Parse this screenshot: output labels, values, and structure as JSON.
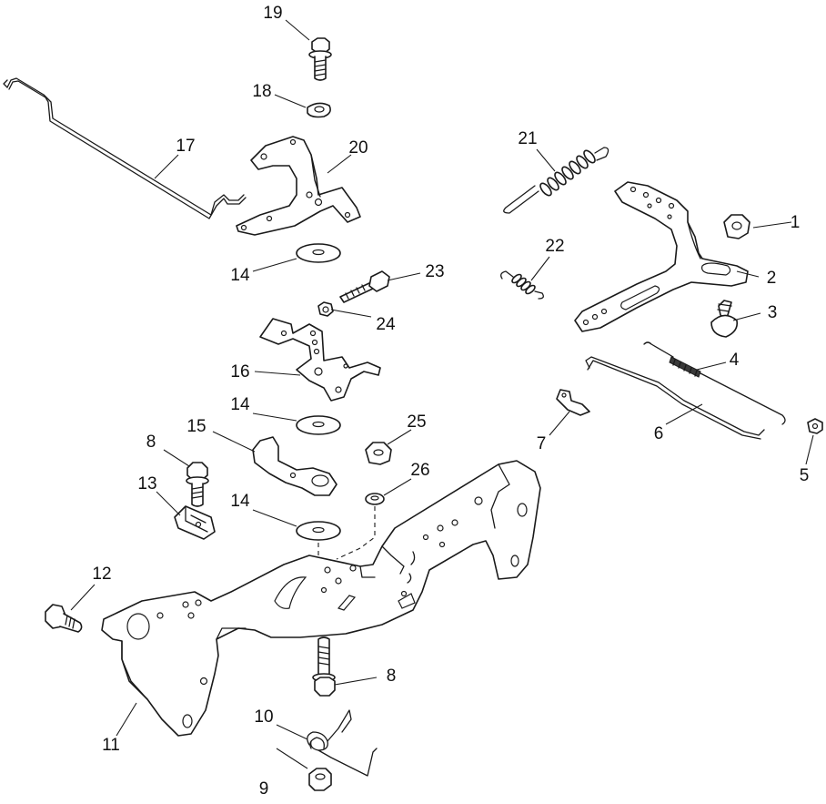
{
  "callouts": [
    {
      "id": "c1",
      "label": "1"
    },
    {
      "id": "c2",
      "label": "2"
    },
    {
      "id": "c3",
      "label": "3"
    },
    {
      "id": "c4",
      "label": "4"
    },
    {
      "id": "c5",
      "label": "5"
    },
    {
      "id": "c6",
      "label": "6"
    },
    {
      "id": "c7",
      "label": "7"
    },
    {
      "id": "c8a",
      "label": "8"
    },
    {
      "id": "c8b",
      "label": "8"
    },
    {
      "id": "c9",
      "label": "9"
    },
    {
      "id": "c10",
      "label": "10"
    },
    {
      "id": "c11",
      "label": "11"
    },
    {
      "id": "c12",
      "label": "12"
    },
    {
      "id": "c13",
      "label": "13"
    },
    {
      "id": "c14a",
      "label": "14"
    },
    {
      "id": "c14b",
      "label": "14"
    },
    {
      "id": "c14c",
      "label": "14"
    },
    {
      "id": "c15",
      "label": "15"
    },
    {
      "id": "c16",
      "label": "16"
    },
    {
      "id": "c17",
      "label": "17"
    },
    {
      "id": "c18",
      "label": "18"
    },
    {
      "id": "c19",
      "label": "19"
    },
    {
      "id": "c20",
      "label": "20"
    },
    {
      "id": "c21",
      "label": "21"
    },
    {
      "id": "c22",
      "label": "22"
    },
    {
      "id": "c23",
      "label": "23"
    },
    {
      "id": "c24",
      "label": "24"
    },
    {
      "id": "c25",
      "label": "25"
    },
    {
      "id": "c26",
      "label": "26"
    }
  ]
}
